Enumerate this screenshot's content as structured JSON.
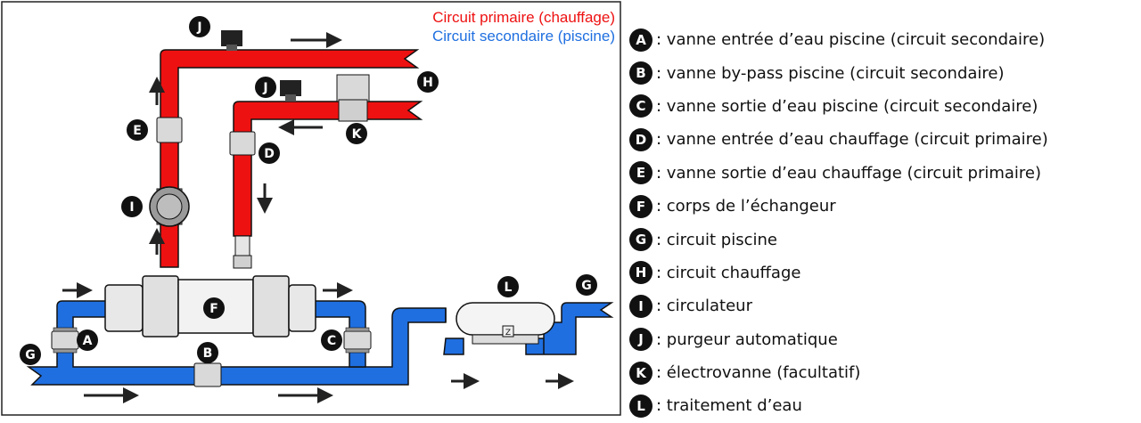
{
  "titles": {
    "primary": "Circuit primaire (chauffage)",
    "secondary": "Circuit secondaire (piscine)"
  },
  "colors": {
    "primary": "#ee1111",
    "secondary": "#1f6fe0",
    "pipe_outline": "#111111",
    "valve": "#d9d9d9"
  },
  "diagram_labels": {
    "A": "A",
    "B": "B",
    "C": "C",
    "D": "D",
    "E": "E",
    "F": "F",
    "G": "G",
    "H": "H",
    "I": "I",
    "J": "J",
    "K": "K",
    "L": "L",
    "treatment_mark": "Z"
  },
  "legend": [
    {
      "letter": "A",
      "text": ": vanne entrée d’eau piscine (circuit secondaire)"
    },
    {
      "letter": "B",
      "text": ": vanne by-pass piscine (circuit secondaire)"
    },
    {
      "letter": "C",
      "text": ": vanne sortie d’eau piscine (circuit secondaire)"
    },
    {
      "letter": "D",
      "text": ": vanne entrée d’eau chauffage (circuit primaire)"
    },
    {
      "letter": "E",
      "text": ": vanne sortie d’eau chauffage (circuit primaire)"
    },
    {
      "letter": "F",
      "text": ": corps de l’échangeur"
    },
    {
      "letter": "G",
      "text": ": circuit piscine"
    },
    {
      "letter": "H",
      "text": ": circuit chauffage"
    },
    {
      "letter": "I",
      "text": ": circulateur"
    },
    {
      "letter": "J",
      "text": ": purgeur automatique"
    },
    {
      "letter": "K",
      "text": ": électrovanne (facultatif)"
    },
    {
      "letter": "L",
      "text": ": traitement d’eau"
    }
  ]
}
